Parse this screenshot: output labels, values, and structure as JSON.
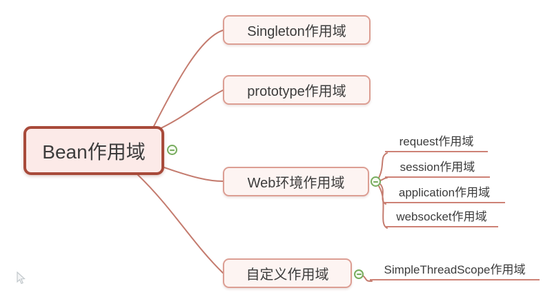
{
  "app": {
    "kind": "mind-map",
    "description": "Spring Bean scope mind map"
  },
  "colors": {
    "root_border": "#a84a3a",
    "root_fill": "#fceae8",
    "branch_border": "#dc9e93",
    "branch_fill": "#fdf4f2",
    "connector_line": "#c47b6e",
    "leaf_underline": "#cd8175",
    "text": "#3c3c3c",
    "collapse_icon_green": "#77ac5e"
  },
  "icons": {
    "collapse": "minus-circle-icon",
    "pointer": "mouse-cursor-arrow"
  },
  "root": {
    "label": "Bean作用域"
  },
  "branches": [
    {
      "label": "Singleton作用域",
      "children": []
    },
    {
      "label": "prototype作用域",
      "children": []
    },
    {
      "label": "Web环境作用域",
      "collapsed": false,
      "children": [
        {
          "label": "request作用域"
        },
        {
          "label": "session作用域"
        },
        {
          "label": "application作用域"
        },
        {
          "label": "websocket作用域"
        }
      ]
    },
    {
      "label": "自定义作用域",
      "collapsed": false,
      "children": [
        {
          "label": "SimpleThreadScope作用域"
        }
      ]
    }
  ]
}
